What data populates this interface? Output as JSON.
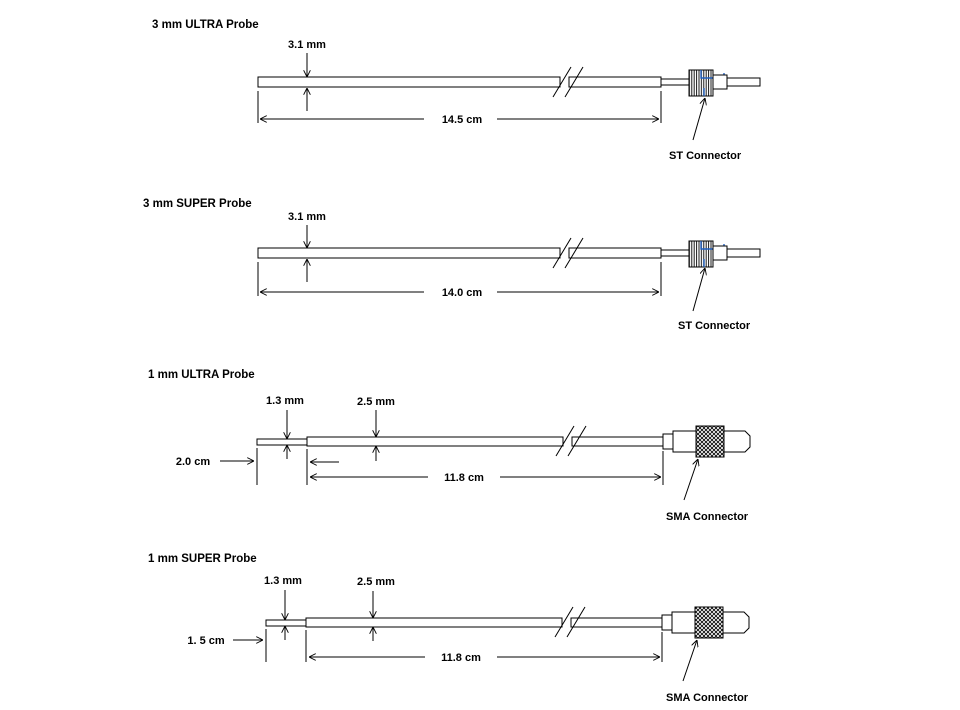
{
  "probes": [
    {
      "title": "3 mm ULTRA Probe",
      "dia_label": "3.1 mm",
      "length_label": "14.5 cm",
      "connector_label": "ST Connector"
    },
    {
      "title": "3 mm SUPER Probe",
      "dia_label": "3.1 mm",
      "length_label": "14.0 cm",
      "connector_label": "ST Connector"
    },
    {
      "title": "1 mm ULTRA Probe",
      "tip_dia_label": "1.3 mm",
      "body_dia_label": "2.5 mm",
      "tip_length_label": "2.0 cm",
      "length_label": "11.8 cm",
      "connector_label": "SMA Connector"
    },
    {
      "title": "1 mm SUPER Probe",
      "tip_dia_label": "1.3 mm",
      "body_dia_label": "2.5 mm",
      "tip_length_label": "1. 5 cm",
      "length_label": "11.8 cm",
      "connector_label": "SMA Connector"
    }
  ],
  "colors": {
    "connector_accent": "#1f5fbf"
  }
}
